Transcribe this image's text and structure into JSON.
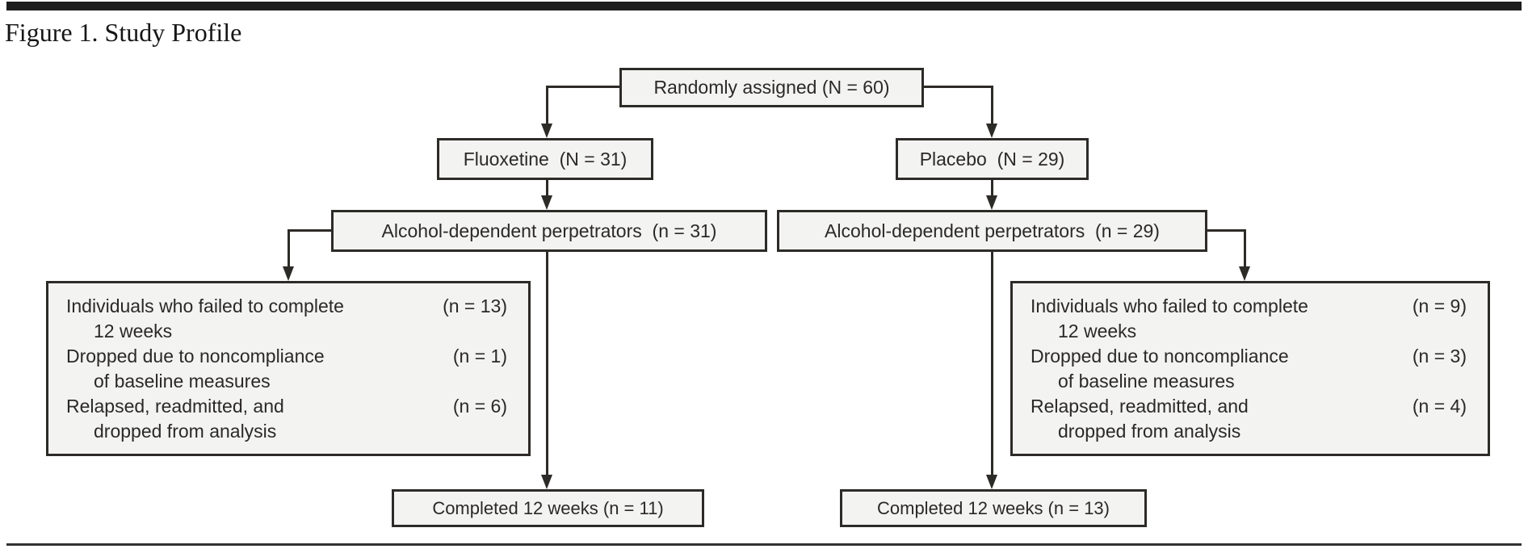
{
  "figure": {
    "title": "Figure 1. Study Profile"
  },
  "colors": {
    "line": "#2d2b28",
    "box_fill": "#f3f3f1",
    "box_border": "#2d2b28",
    "text": "#2b2927",
    "top_bar": "#1c1c1c"
  },
  "nodes": {
    "randomly_assigned": "Randomly assigned (N = 60)",
    "fluoxetine": "Fluoxetine  (N = 31)",
    "placebo": "Placebo  (N = 29)",
    "alcohol_left": "Alcohol-dependent perpetrators  (n = 31)",
    "alcohol_right": "Alcohol-dependent perpetrators  (n = 29)",
    "completed_left": "Completed 12 weeks (n = 11)",
    "completed_right": "Completed 12 weeks (n = 13)"
  },
  "dropout_left": {
    "items": [
      {
        "line1": "Individuals who failed to complete",
        "line2": "12 weeks",
        "value": "(n = 13)"
      },
      {
        "line1": "Dropped due to noncompliance",
        "line2": "of baseline measures",
        "value": "(n = 1)"
      },
      {
        "line1": "Relapsed, readmitted, and",
        "line2": "dropped from analysis",
        "value": "(n = 6)"
      }
    ]
  },
  "dropout_right": {
    "items": [
      {
        "line1": "Individuals who failed to complete",
        "line2": "12 weeks",
        "value": "(n = 9)"
      },
      {
        "line1": "Dropped due to noncompliance",
        "line2": "of baseline measures",
        "value": "(n = 3)"
      },
      {
        "line1": "Relapsed, readmitted, and",
        "line2": "dropped from analysis",
        "value": "(n = 4)"
      }
    ]
  }
}
